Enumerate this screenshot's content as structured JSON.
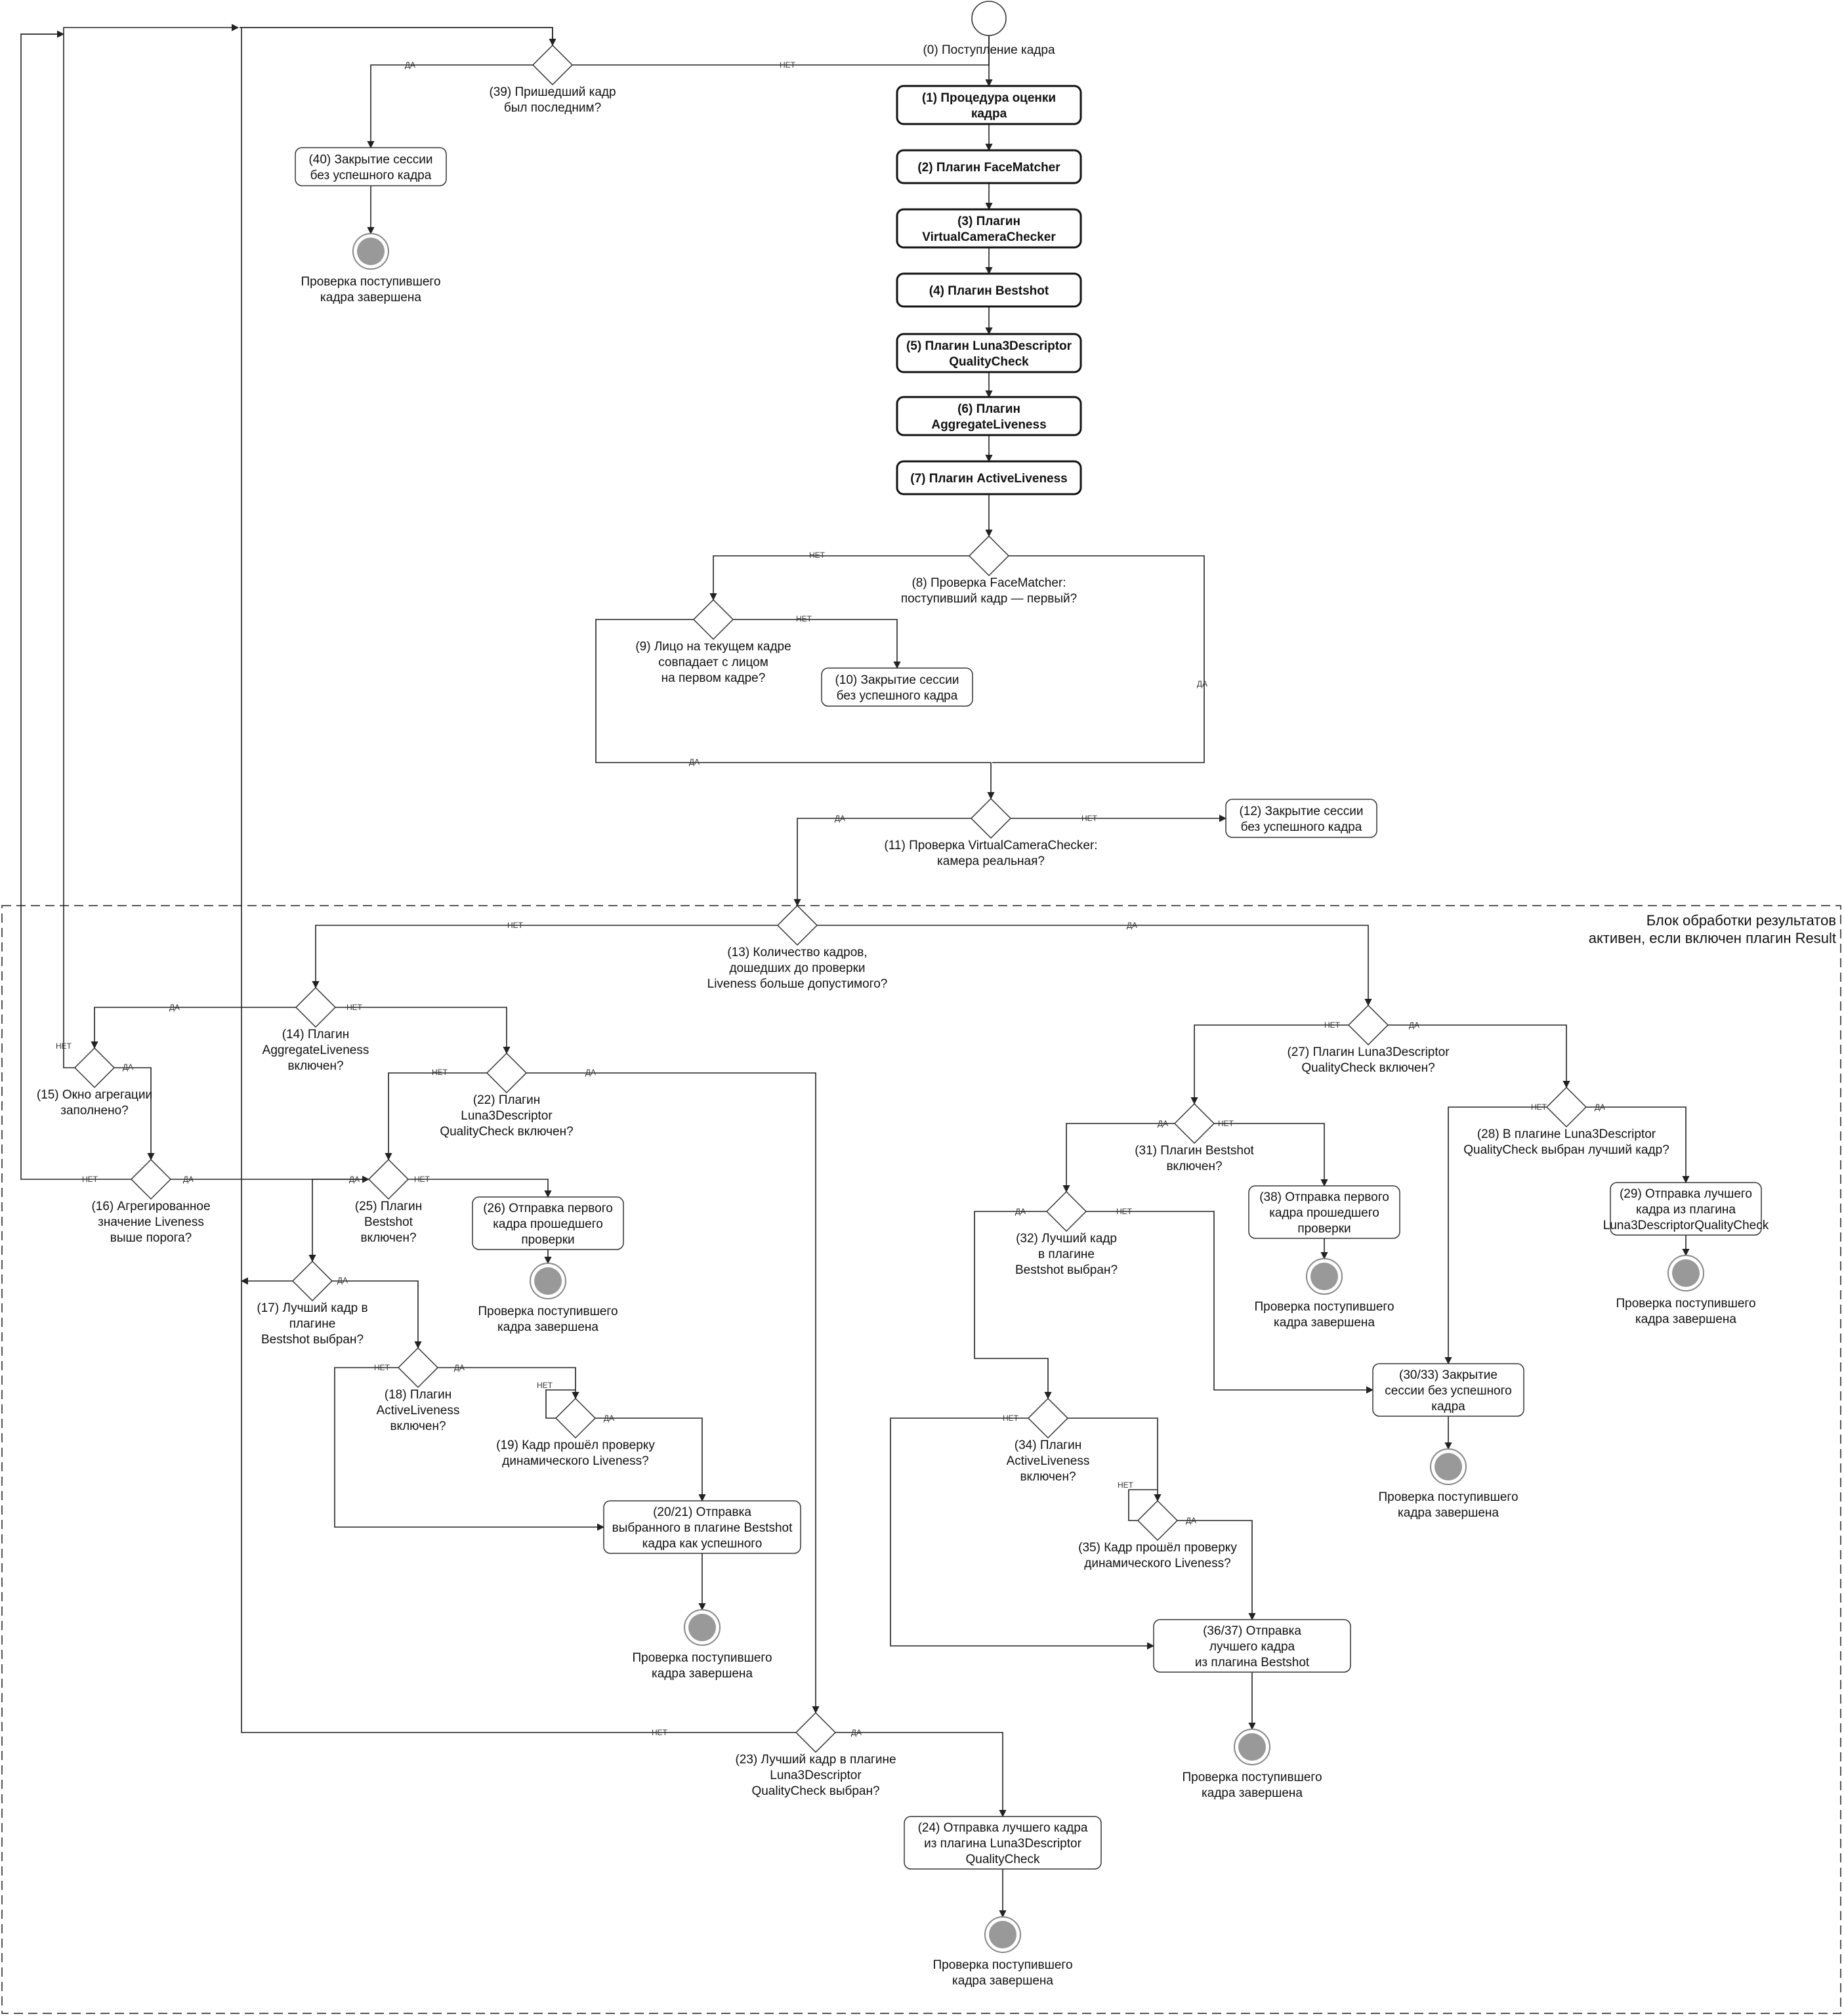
{
  "block": {
    "label_line1": "Блок обработки результатов",
    "label_line2": "активен, если  включен плагин Result"
  },
  "edges": {
    "yes": "ДА",
    "no": "НЕТ"
  },
  "end_text": {
    "line1": "Проверка поступившего",
    "line2": "кадра завершена"
  },
  "start_label": "(0) Поступление кадра",
  "steps": {
    "s1": [
      "(1) Процедура оценки",
      "кадра"
    ],
    "s2": [
      "(2) Плагин FaceMatcher"
    ],
    "s3": [
      "(3) Плагин",
      "VirtualCameraChecker"
    ],
    "s4": [
      "(4) Плагин Bestshot"
    ],
    "s5": [
      "(5) Плагин Luna3Descriptor",
      "QualityCheck"
    ],
    "s6": [
      "(6) Плагин",
      "AggregateLiveness"
    ],
    "s7": [
      "(7) Плагин ActiveLiveness"
    ],
    "s10": [
      "(10) Закрытие сессии",
      "без успешного кадра"
    ],
    "s12": [
      "(12) Закрытие сессии",
      "без успешного кадра"
    ],
    "s20": [
      "(20/21) Отправка",
      "выбранного в плагине Bestshot",
      "кадра как успешного"
    ],
    "s24": [
      "(24) Отправка лучшего кадра",
      "из плагина Luna3Descriptor",
      "QualityCheck"
    ],
    "s26": [
      "(26) Отправка первого",
      "кадра прошедшего",
      "проверки"
    ],
    "s29": [
      "(29) Отправка лучшего",
      "кадра из плагина",
      "Luna3DescriptorQualityCheck"
    ],
    "s30": [
      "(30/33) Закрытие",
      "сессии без успешного",
      "кадра"
    ],
    "s36": [
      "(36/37) Отправка",
      "лучшего кадра",
      "из плагина Bestshot"
    ],
    "s38": [
      "(38) Отправка первого",
      "кадра прошедшего",
      "проверки"
    ],
    "s40": [
      "(40) Закрытие сессии",
      "без успешного кадра"
    ]
  },
  "decisions": {
    "d8": [
      "(8) Проверка FaceMatcher:",
      "поступивший кадр — первый?"
    ],
    "d9": [
      "(9) Лицо на текущем кадре",
      "совпадает с лицом",
      "на первом кадре?"
    ],
    "d11": [
      "(11) Проверка VirtualCameraChecker:",
      "камера реальная?"
    ],
    "d13": [
      "(13) Количество кадров,",
      "дошедших до проверки",
      "Liveness больше допустимого?"
    ],
    "d14": [
      "(14) Плагин",
      "AggregateLiveness",
      "включен?"
    ],
    "d15": [
      "(15) Окно агрегации",
      "заполнено?"
    ],
    "d16": [
      "(16) Агрегированное",
      "значение Liveness",
      "выше порога?"
    ],
    "d17": [
      "(17) Лучший кадр в",
      "плагине",
      "Bestshot выбран?"
    ],
    "d18": [
      "(18) Плагин",
      "ActiveLiveness",
      "включен?"
    ],
    "d19": [
      "(19) Кадр прошёл проверку",
      "динамического Liveness?"
    ],
    "d22": [
      "(22) Плагин",
      "Luna3Descriptor",
      "QualityCheck включен?"
    ],
    "d23": [
      "(23) Лучший кадр в плагине",
      "Luna3Descriptor",
      "QualityCheck выбран?"
    ],
    "d25": [
      "(25) Плагин",
      "Bestshot",
      "включен?"
    ],
    "d27": [
      "(27) Плагин Luna3Descriptor",
      "QualityCheck включен?"
    ],
    "d28": [
      "(28) В плагине Luna3Descriptor",
      "QualityCheck выбран лучший кадр?"
    ],
    "d31": [
      "(31) Плагин Bestshot",
      "включен?"
    ],
    "d32": [
      "(32) Лучший кадр",
      "в плагине",
      "Bestshot выбран?"
    ],
    "d34": [
      "(34) Плагин",
      "ActiveLiveness",
      "включен?"
    ],
    "d35": [
      "(35) Кадр прошёл проверку",
      "динамического Liveness?"
    ],
    "d39": [
      "(39) Пришедший кадр",
      "был последним?"
    ]
  }
}
